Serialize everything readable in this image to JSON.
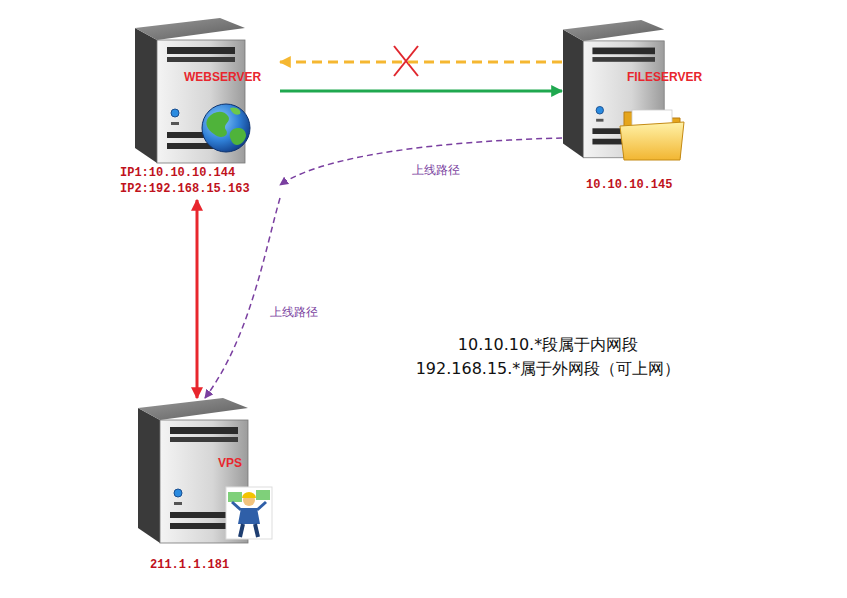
{
  "diagram": {
    "nodes": [
      {
        "text": [
          "WEBSERVER",
          "IP1:10.10.10.144",
          "IP2:192.168.15.163"
        ]
      },
      {
        "text": [
          "FILESERVER",
          "10.10.10.145"
        ]
      },
      {
        "text": [
          "VPS",
          "211.1.1.181"
        ]
      }
    ],
    "edges": [
      {
        "from": 0,
        "to": 1,
        "arrow": "to"
      },
      {
        "from": 1,
        "to": 0,
        "arrow": "to"
      },
      {
        "from": 0,
        "to": 2,
        "arrow": "both"
      },
      {
        "from": 1,
        "to": 0,
        "label": "上线路径",
        "arrow": "to"
      },
      {
        "from": 0,
        "to": 2,
        "label": "上线路径",
        "arrow": "to"
      }
    ],
    "labels": [
      "10.10.10.*段属于内网段",
      "192.168.15.*属于外网段（可上网）"
    ]
  }
}
